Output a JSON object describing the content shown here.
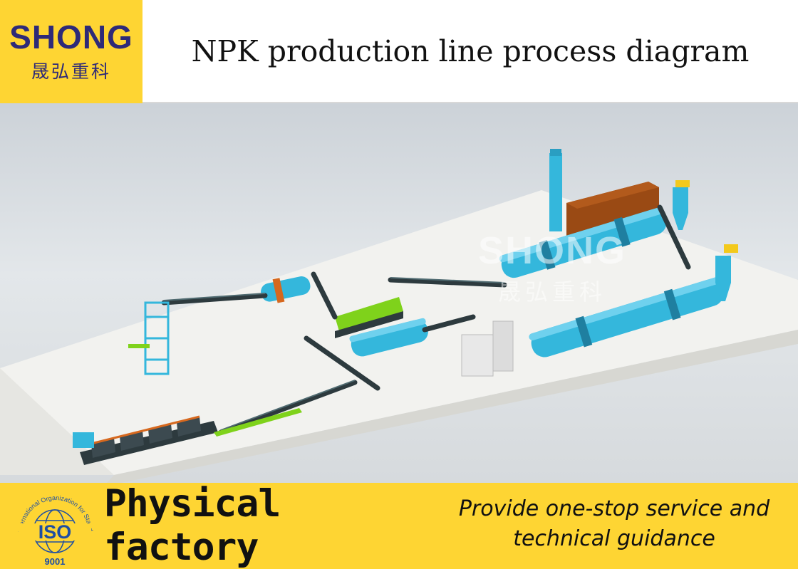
{
  "header": {
    "logo_brand": "SHONG",
    "logo_chinese": "晟弘重科",
    "title": "NPK production line process diagram"
  },
  "scene": {
    "watermark_brand": "SHONG",
    "watermark_chinese": "晟弘重科",
    "colors": {
      "machine": "#34b7dc",
      "conveyor": "#2d3a3e",
      "accent": "#7fd21b",
      "furnace": "#9a4a14",
      "floor": "#f2f2ef"
    }
  },
  "footer": {
    "iso_arc_text": "International Organization for Standardization",
    "iso_mark": "ISO",
    "iso_number": "9001",
    "factory_label": "Physical factory",
    "service_line1": "Provide one-stop service and",
    "service_line2": "technical guidance"
  }
}
